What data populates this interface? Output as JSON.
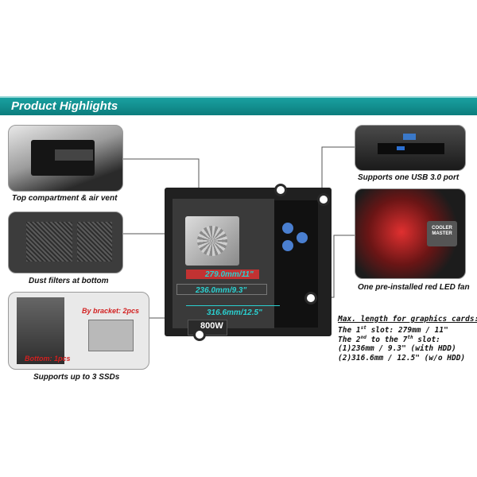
{
  "header": {
    "title": "Product Highlights"
  },
  "features": {
    "top_compartment": "Top compartment & air vent",
    "dust_filters": "Dust filters at bottom",
    "ssd": "Supports up to 3 SSDs",
    "usb": "Supports one USB 3.0 port",
    "led_fan": "One pre-installed red LED fan"
  },
  "ssd_labels": {
    "bracket": "By bracket: 2pcs",
    "bottom": "Bottom: 1pcs"
  },
  "measurements": {
    "m1": "279.0mm/11\"",
    "m2": "236.0mm/9.3\"",
    "m3": "316.6mm/12.5\""
  },
  "psu_label": "800W",
  "logo_text": "COOLER MASTER",
  "specs": {
    "title": "Max. length for graphics cards:",
    "line1_pre": "The 1",
    "line1_sup": "st",
    "line1_post": " slot: 279mm / 11\"",
    "line2_pre": "The 2",
    "line2_sup1": "nd",
    "line2_mid": " to the 7",
    "line2_sup2": "th",
    "line2_post": " slot:",
    "line3": "(1)236mm / 9.3\" (with HDD)",
    "line4": "(2)316.6mm / 12.5\" (w/o HDD)"
  }
}
